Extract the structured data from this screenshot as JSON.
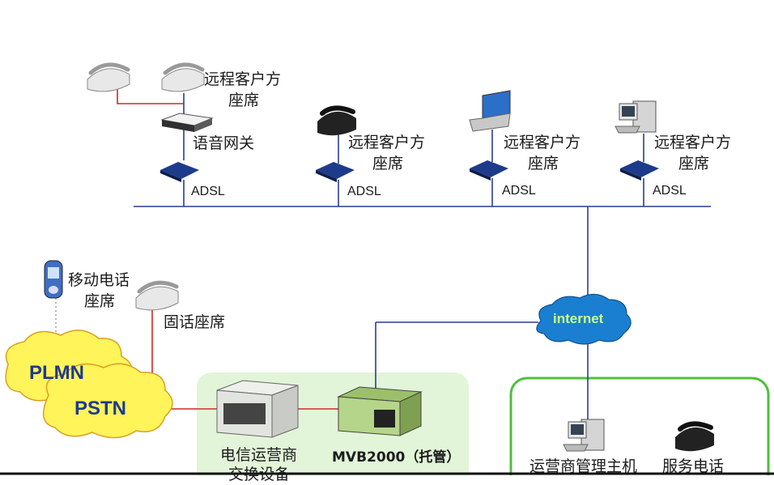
{
  "remote_label": "远程客户方",
  "remote_label_l2": "座席",
  "voice_gateway": "语音网关",
  "adsl_label": "ADSL",
  "mobile_phone": "移动电话",
  "mobile_phone_l2": "座席",
  "fixed_phone": "固话座席",
  "plmn": "PLMN",
  "pstn": "PSTN",
  "internet": "internet",
  "carrier_device": "电信运营商",
  "carrier_device_l2": "交换设备",
  "mvb": "MVB2000（托管）",
  "operator_host": "运营商管理主机",
  "service_phone": "服务电话",
  "colors": {
    "line_blue": "#2a3d8f",
    "line_red": "#cc2a2a",
    "cloud_yellow": "#fff45a",
    "cloud_blue": "#1a7fd0",
    "panel_green": "#e2f5d8",
    "panel_border": "#4fbf3c"
  }
}
